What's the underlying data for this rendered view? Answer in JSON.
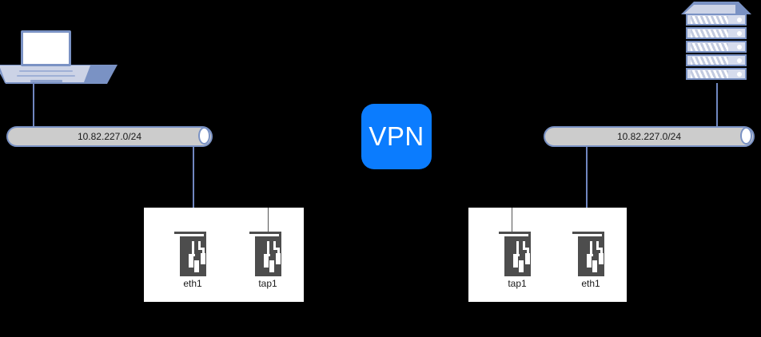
{
  "diagram": {
    "title": "VPN site-to-site network diagram",
    "background_color": "#000000",
    "accent_line_color": "#7087c0",
    "neutral_line_color": "#555555",
    "device_stroke_color": "#7a92c4",
    "device_fill_color": "#ccd3e6",
    "bus_fill_color": "#cccccc",
    "nic_color": "#4d4d4d",
    "vpn_badge_color": "#0b7cfe"
  },
  "left_site": {
    "endpoint": {
      "name": "laptop",
      "icon": "laptop-icon"
    },
    "network": {
      "label": "10.82.227.0/24",
      "icon": "network-bus-icon"
    },
    "interfaces": [
      {
        "label": "eth1",
        "icon": "network-card-icon",
        "link_color": "#7087c0"
      },
      {
        "label": "tap1",
        "icon": "network-card-icon",
        "link_color": "#555555"
      }
    ]
  },
  "vpn": {
    "label": "VPN",
    "icon": "vpn-badge-icon"
  },
  "right_site": {
    "endpoint": {
      "name": "server-rack",
      "icon": "server-rack-icon",
      "slot_count": 5
    },
    "network": {
      "label": "10.82.227.0/24",
      "icon": "network-bus-icon"
    },
    "interfaces": [
      {
        "label": "tap1",
        "icon": "network-card-icon",
        "link_color": "#555555"
      },
      {
        "label": "eth1",
        "icon": "network-card-icon",
        "link_color": "#7087c0"
      }
    ]
  }
}
